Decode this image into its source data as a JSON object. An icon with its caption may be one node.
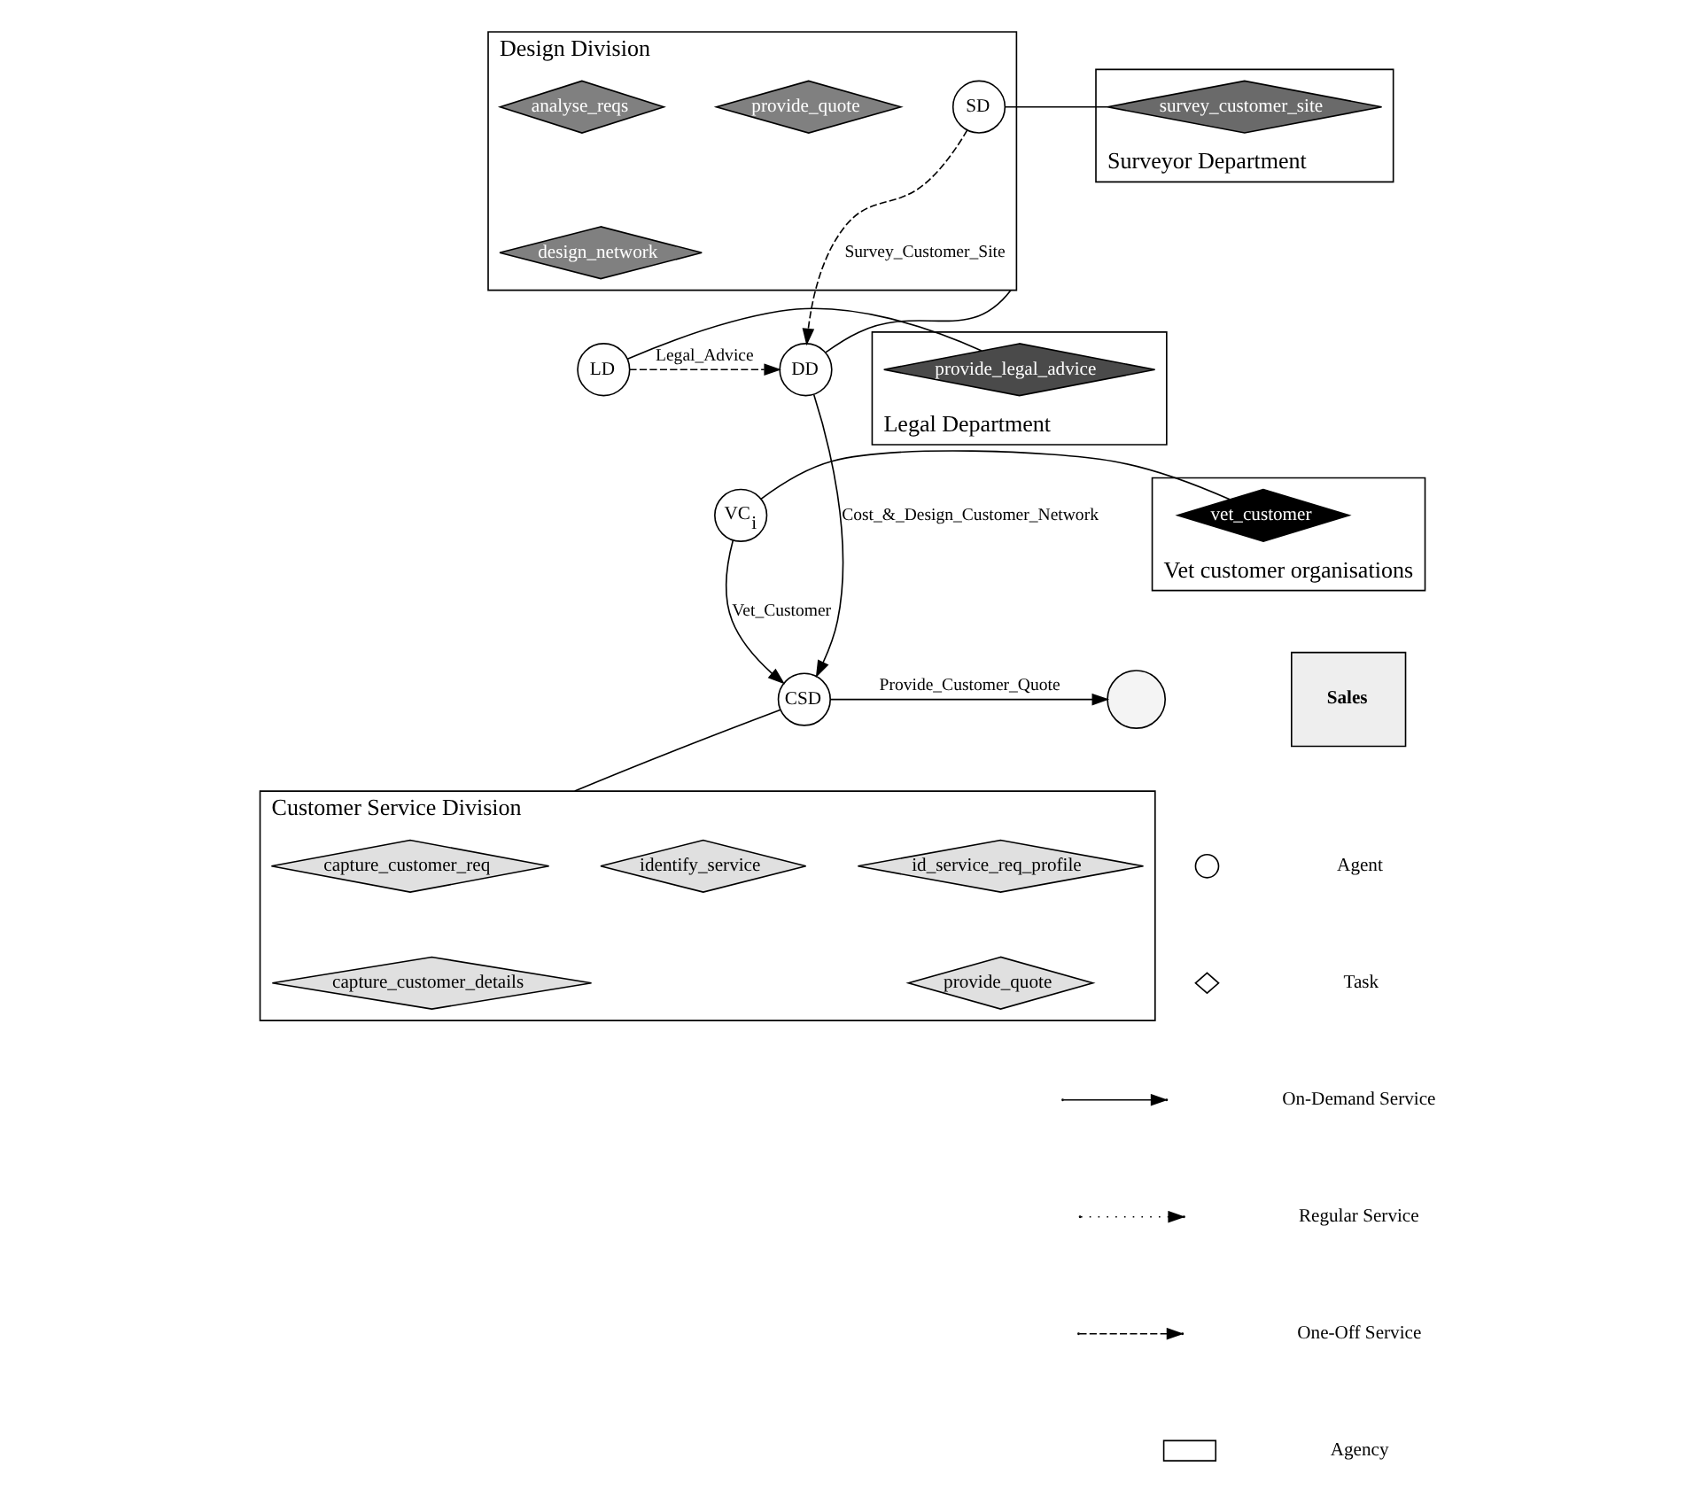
{
  "diagram": {
    "nodes": [
      {
        "text": [
          "Design Division"
        ]
      },
      {
        "text": [
          "analyse_reqs"
        ],
        "in": 0
      },
      {
        "text": [
          "provide_quote"
        ],
        "in": 0
      },
      {
        "text": [
          "design_network"
        ],
        "in": 0
      },
      {
        "text": [
          "SD"
        ],
        "in": 0
      },
      {
        "text": [
          "Surveyor Department"
        ]
      },
      {
        "text": [
          "survey_customer_site"
        ],
        "in": 5
      },
      {
        "text": [
          "DD"
        ]
      },
      {
        "text": [
          "LD"
        ]
      },
      {
        "text": [
          "Legal Department"
        ]
      },
      {
        "text": [
          "provide_legal_advice"
        ],
        "in": 9
      },
      {
        "text": [
          "Vet customer organisations"
        ]
      },
      {
        "text": [
          "vet_customer"
        ],
        "in": 11
      },
      {
        "text": [
          "VC$_{i}$"
        ]
      },
      {
        "text": [
          "CSD"
        ]
      },
      {
        "text": [],
        "shape": "circle"
      },
      {
        "text": [
          "Sales"
        ]
      },
      {
        "text": [
          "Customer Service Division"
        ]
      },
      {
        "text": [
          "capture_customer_req"
        ],
        "in": 17
      },
      {
        "text": [
          "identify_service"
        ],
        "in": 17
      },
      {
        "text": [
          "id_service_req_profile"
        ],
        "in": 17
      },
      {
        "text": [
          "capture_customer_details"
        ],
        "in": 17
      },
      {
        "text": [
          "provide_quote"
        ],
        "in": 17
      }
    ],
    "edges": [
      {
        "from": 4,
        "to": 6,
        "arrow": "none"
      },
      {
        "from": 4,
        "to": 7,
        "arrow": "to",
        "label": "Survey_Customer_Site",
        "style": "dashed"
      },
      {
        "from": 0,
        "to": 7,
        "arrow": "none"
      },
      {
        "from": 8,
        "to": 7,
        "arrow": "to",
        "label": "Legal_Advice",
        "style": "dashed"
      },
      {
        "from": 8,
        "to": 10,
        "arrow": "none"
      },
      {
        "from": 7,
        "to": 14,
        "arrow": "to",
        "label": "Cost_&_Design_Customer_Network"
      },
      {
        "from": 12,
        "to": 13,
        "arrow": "none"
      },
      {
        "from": 13,
        "to": 14,
        "arrow": "to",
        "label": "Vet_Customer"
      },
      {
        "from": 14,
        "to": 15,
        "arrow": "to",
        "label": "Provide_Customer_Quote"
      },
      {
        "from": 14,
        "to": 17,
        "arrow": "none"
      }
    ],
    "legend": [
      {
        "text": "Agent"
      },
      {
        "text": "Task"
      },
      {
        "text": "On-Demand Service"
      },
      {
        "text": "Regular Service"
      },
      {
        "text": "One-Off Service"
      },
      {
        "text": "Agency"
      }
    ]
  }
}
